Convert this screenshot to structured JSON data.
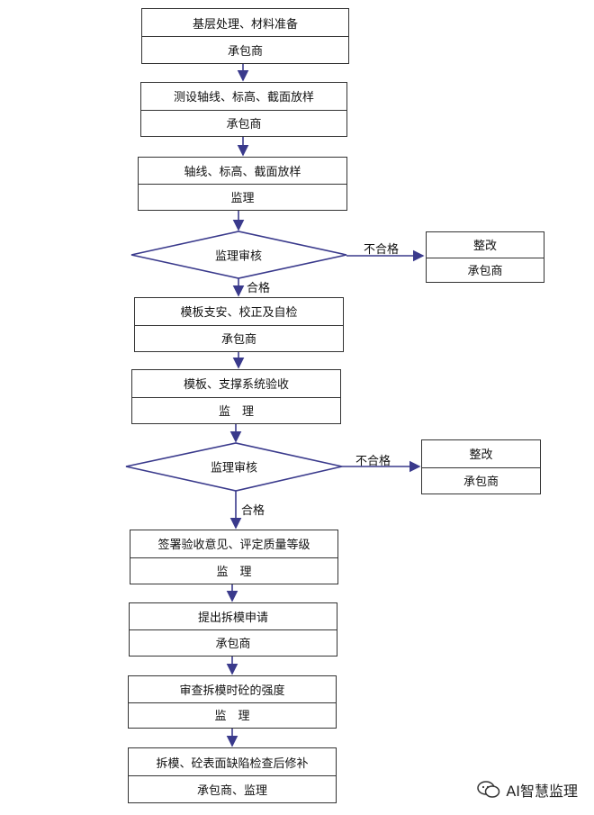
{
  "steps": [
    {
      "task": "基层处理、材料准备",
      "role": "承包商"
    },
    {
      "task": "测设轴线、标高、截面放样",
      "role": "承包商"
    },
    {
      "task": "轴线、标高、截面放样",
      "role": "监理"
    },
    {
      "task": "模板支安、校正及自检",
      "role": "承包商"
    },
    {
      "task": "模板、支撑系统验收",
      "role": "监　理"
    },
    {
      "task": "签署验收意见、评定质量等级",
      "role": "监　理"
    },
    {
      "task": "提出拆模申请",
      "role": "承包商"
    },
    {
      "task": "审查拆模时砼的强度",
      "role": "监　理"
    },
    {
      "task": "拆模、砼表面缺陷检查后修补",
      "role": "承包商、监理"
    }
  ],
  "decisions": [
    {
      "label": "监理审核",
      "fail_label": "不合格",
      "pass_label": "合格",
      "rework": {
        "task": "整改",
        "role": "承包商"
      }
    },
    {
      "label": "监理审核",
      "fail_label": "不合格",
      "pass_label": "合格",
      "rework": {
        "task": "整改",
        "role": "承包商"
      }
    }
  ],
  "watermark": "AI智慧监理",
  "colors": {
    "arrow": "#3a3a8c",
    "border": "#333333"
  }
}
